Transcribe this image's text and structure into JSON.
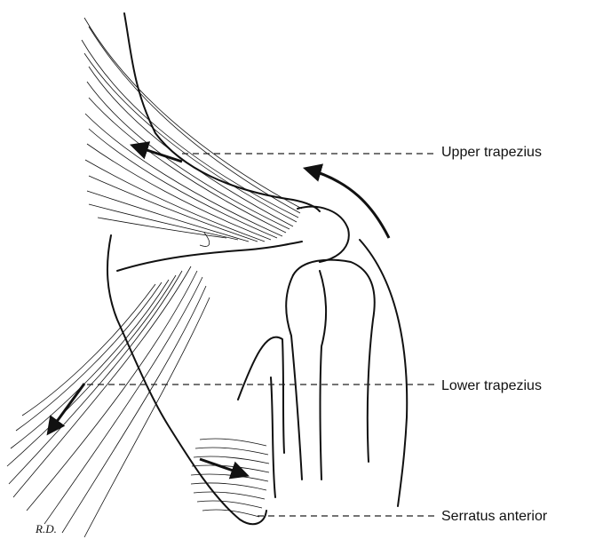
{
  "labels": {
    "upper_trapezius": "Upper trapezius",
    "lower_trapezius": "Lower trapezius",
    "serratus_anterior": "Serratus anterior"
  },
  "signature": "R.D.",
  "colors": {
    "ink": "#111111",
    "background": "#ffffff"
  }
}
